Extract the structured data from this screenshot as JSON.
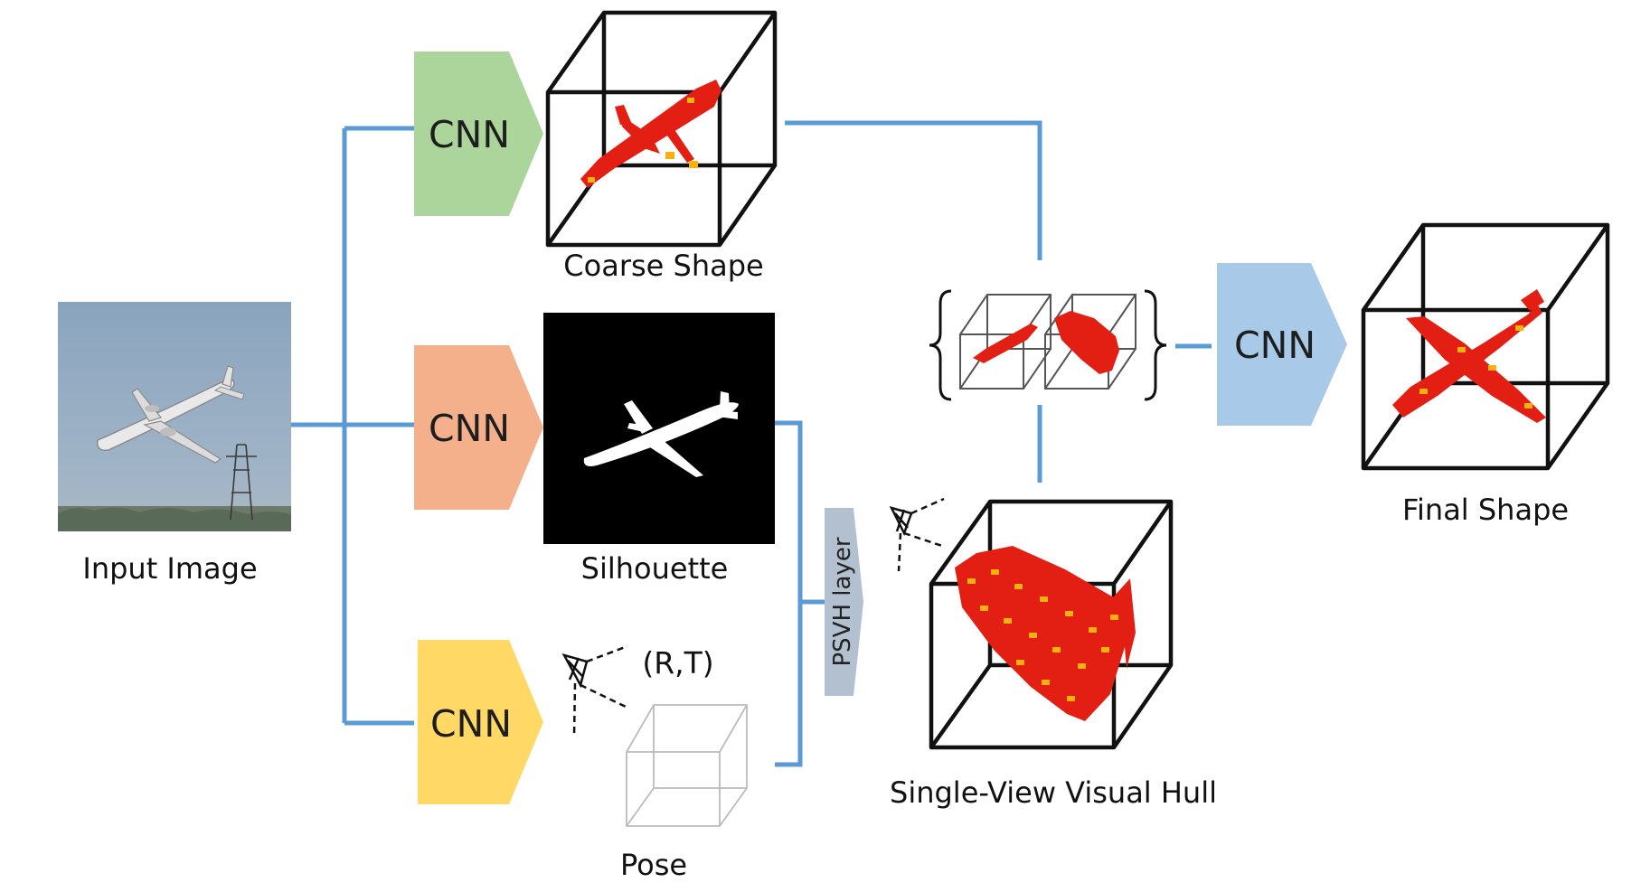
{
  "input_label": "Input Image",
  "cnn_label": "CNN",
  "coarse_label": "Coarse Shape",
  "silhouette_label": "Silhouette",
  "pose_label": "Pose",
  "pose_param": "(R,T)",
  "psvh_label": "PSVH layer",
  "hull_label": "Single-View Visual Hull",
  "final_label": "Final Shape",
  "colors": {
    "connector": "#5b9bd5",
    "cnn_green": "#abd59b",
    "cnn_orange": "#f4b08a",
    "cnn_yellow": "#ffd866",
    "cnn_blue": "#a9c9e8",
    "psvh": "#b2c0d0",
    "voxel": "#e21f12",
    "voxel_highlight": "#f6b10f"
  },
  "icons": [
    "airplane-photo",
    "camera-frustum-icon",
    "voxel-airplane"
  ]
}
